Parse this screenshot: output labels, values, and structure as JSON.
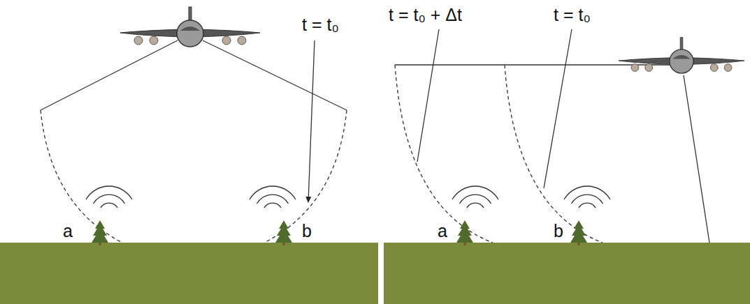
{
  "diagram": {
    "labels": [
      "t = t₀",
      "a",
      "b",
      "t = t₀ + Δt",
      "t = t₀",
      "a",
      "b"
    ]
  }
}
